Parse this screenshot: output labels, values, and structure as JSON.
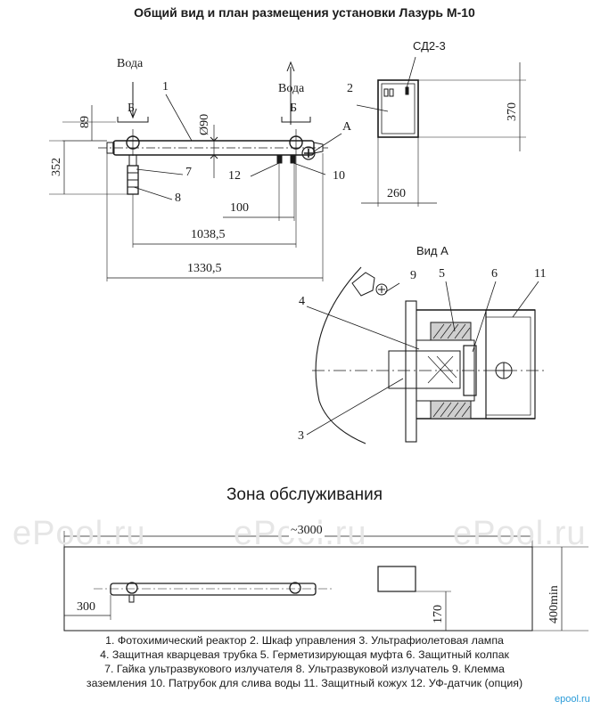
{
  "title": "Общий вид и план размещения установки Лазурь М-10",
  "zone_title": "Зона обслуживания",
  "watermark": "ePool.ru",
  "corner_mark": "epool.ru",
  "callouts": {
    "n1": "1",
    "n2": "2",
    "n3": "3",
    "n4": "4",
    "n5": "5",
    "n6": "6",
    "n7": "7",
    "n8": "8",
    "n9": "9",
    "n10": "10",
    "n11": "11",
    "n12": "12",
    "a": "А",
    "b_left": "Б",
    "b_right": "Б"
  },
  "labels": {
    "water_left": "Вода",
    "water_right": "Вода",
    "sd": "СД2-3",
    "view_a": "Вид А"
  },
  "dimensions": {
    "d89": "89",
    "d352": "352",
    "dia90": "Ø90",
    "d100": "100",
    "d1038": "1038,5",
    "d1330": "1330,5",
    "d370": "370",
    "d260": "260",
    "d3000": "~3000",
    "d300": "300",
    "d170": "170",
    "d400": "400min"
  },
  "legend": [
    "1. Фотохимический реактор 2. Шкаф управления 3. Ультрафиолетовая лампа",
    "4. Защитная кварцевая трубка 5. Герметизирующая муфта 6. Защитный колпак",
    "7. Гайка ультразвукового излучателя 8. Ультразвуковой излучатель 9. Клемма",
    "заземления 10. Патрубок для слива воды 11. Защитный кожух 12. УФ-датчик (опция)"
  ]
}
